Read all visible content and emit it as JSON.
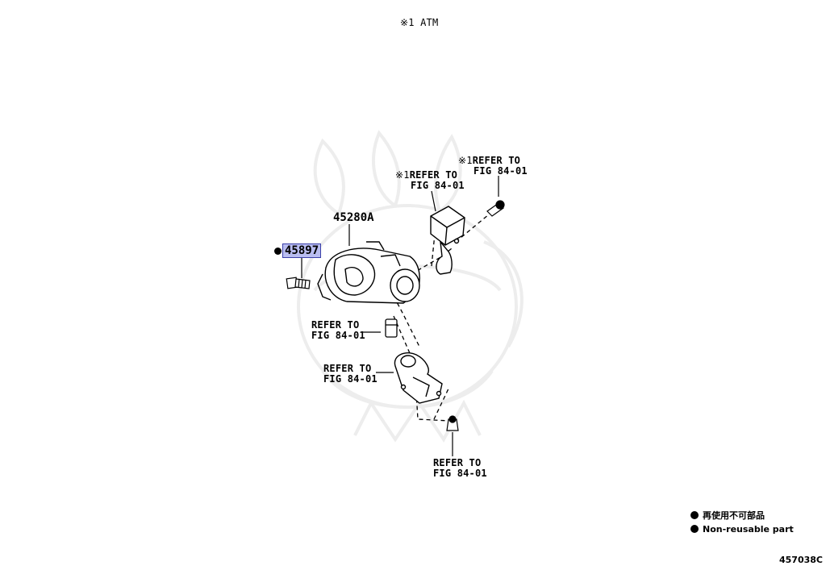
{
  "header": {
    "note": "※1 ATM"
  },
  "parts": {
    "housing": "45280A",
    "bolt": "45897"
  },
  "refer_labels": [
    {
      "id": "top-right",
      "prefix": "※1",
      "line1": "REFER TO",
      "line2": "FIG 84-01"
    },
    {
      "id": "top-mid",
      "prefix": "※1",
      "line1": "REFER TO",
      "line2": "FIG 84-01"
    },
    {
      "id": "left-mid",
      "prefix": "",
      "line1": "REFER TO",
      "line2": "FIG 84-01"
    },
    {
      "id": "left-low",
      "prefix": "",
      "line1": "REFER TO",
      "line2": "FIG 84-01"
    },
    {
      "id": "bottom",
      "prefix": "",
      "line1": "REFER TO",
      "line2": "FIG 84-01"
    }
  ],
  "legend": {
    "jp": "再使用不可部品",
    "en": "Non-reusable part"
  },
  "figure_id": "457038C"
}
